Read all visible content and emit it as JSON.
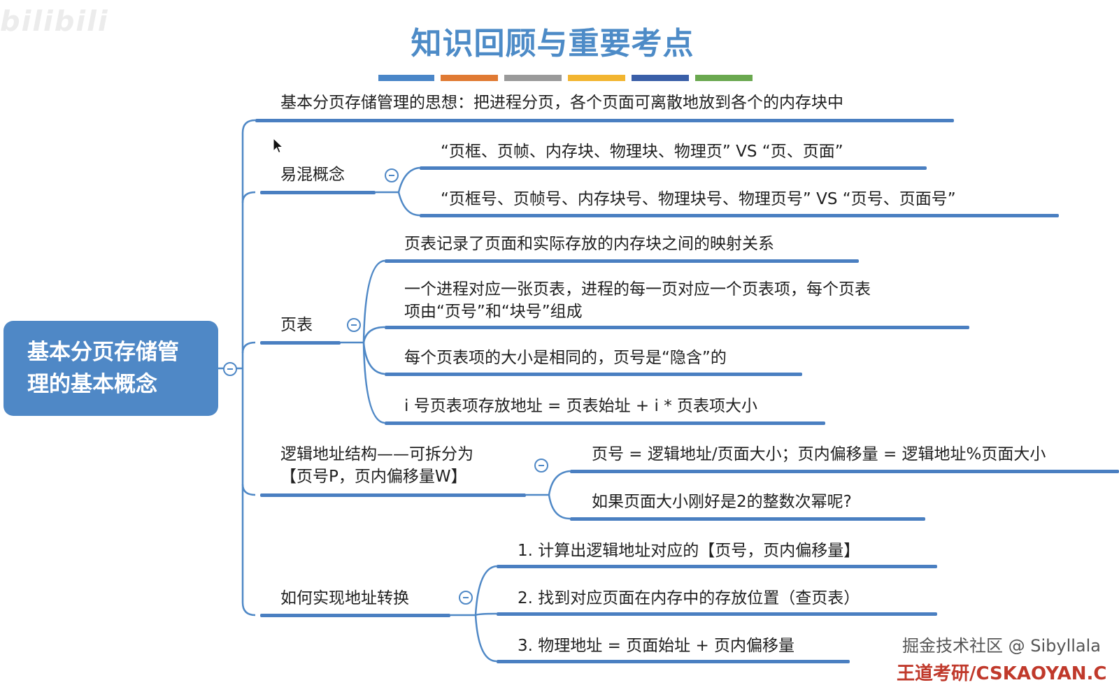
{
  "watermark": "bilibili",
  "title": "知识回顾与重要考点",
  "color_bars": [
    "#4a86c8",
    "#e07a33",
    "#9a9a9a",
    "#f2b530",
    "#3a5fa8",
    "#6aa84f"
  ],
  "root": {
    "line1": "基本分页存储管",
    "line2": "理的基本概念"
  },
  "nodes": {
    "idea": "基本分页存储管理的思想：把进程分页，各个页面可离散地放到各个的内存块中",
    "confusing": {
      "label": "易混概念",
      "items": [
        "“页框、页帧、内存块、物理块、物理页” VS “页、页面”",
        "“页框号、页帧号、内存块号、物理块号、物理页号” VS “页号、页面号”"
      ]
    },
    "page_table": {
      "label": "页表",
      "items": [
        "页表记录了页面和实际存放的内存块之间的映射关系",
        "一个进程对应一张页表，进程的每一页对应一个页表项，每个页表",
        "项由“页号”和“块号”组成",
        "每个页表项的大小是相同的，页号是“隐含”的",
        "i 号页表项存放地址 = 页表始址 + i * 页表项大小"
      ]
    },
    "logical": {
      "label1": "逻辑地址结构——可拆分为",
      "label2": "【页号P，页内偏移量W】",
      "items": [
        "页号 = 逻辑地址/页面大小；页内偏移量 = 逻辑地址%页面大小",
        "如果页面大小刚好是2的整数次幂呢?"
      ]
    },
    "translate": {
      "label": "如何实现地址转换",
      "items": [
        "1. 计算出逻辑地址对应的【页号，页内偏移量】",
        "2. 找到对应页面在内存中的存放位置（查页表）",
        "3. 物理地址 = 页面始址 + 页内偏移量"
      ]
    }
  },
  "credit": "掘金技术社区 @ Sibyllala",
  "credit2": "王道考研/CSKAOYAN.C"
}
